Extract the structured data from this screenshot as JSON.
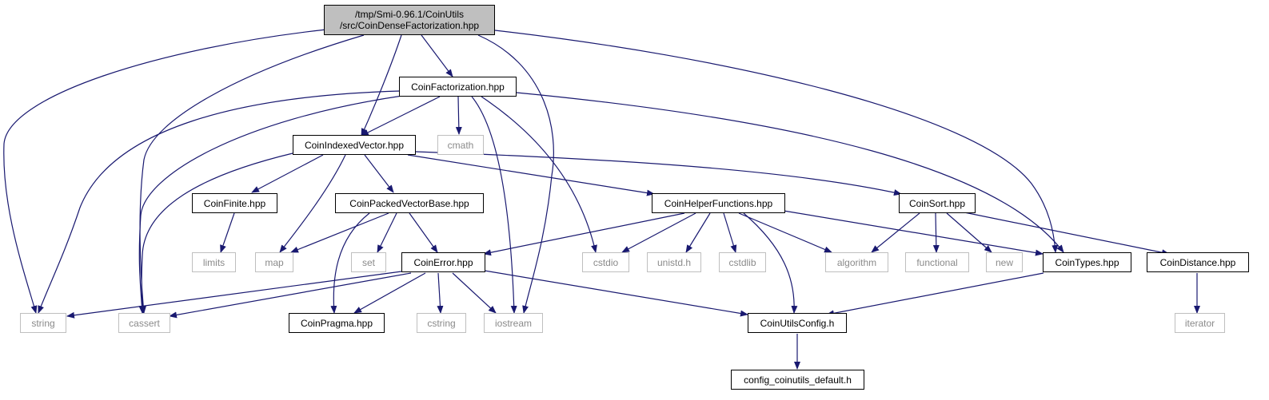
{
  "colors": {
    "edge": "#191970",
    "node_border": "#000000",
    "ext_border": "#bfbfbf",
    "ext_text": "#8a8a8a",
    "root_fill": "#bfbfbf"
  },
  "root": {
    "line1": "/tmp/Smi-0.96.1/CoinUtils",
    "line2": "/src/CoinDenseFactorization.hpp"
  },
  "nodes": {
    "coin_factorization": "CoinFactorization.hpp",
    "coin_indexed_vector": "CoinIndexedVector.hpp",
    "cmath": "cmath",
    "coin_finite": "CoinFinite.hpp",
    "coin_packed_vector_base": "CoinPackedVectorBase.hpp",
    "coin_helper_functions": "CoinHelperFunctions.hpp",
    "coin_sort": "CoinSort.hpp",
    "limits": "limits",
    "map": "map",
    "set": "set",
    "coin_error": "CoinError.hpp",
    "cstdio": "cstdio",
    "unistd_h": "unistd.h",
    "cstdlib": "cstdlib",
    "algorithm": "algorithm",
    "functional": "functional",
    "new": "new",
    "coin_types": "CoinTypes.hpp",
    "coin_distance": "CoinDistance.hpp",
    "string": "string",
    "cassert": "cassert",
    "coin_pragma": "CoinPragma.hpp",
    "cstring": "cstring",
    "iostream": "iostream",
    "coin_utils_config": "CoinUtilsConfig.h",
    "iterator": "iterator",
    "config_default": "config_coinutils_default.h"
  }
}
